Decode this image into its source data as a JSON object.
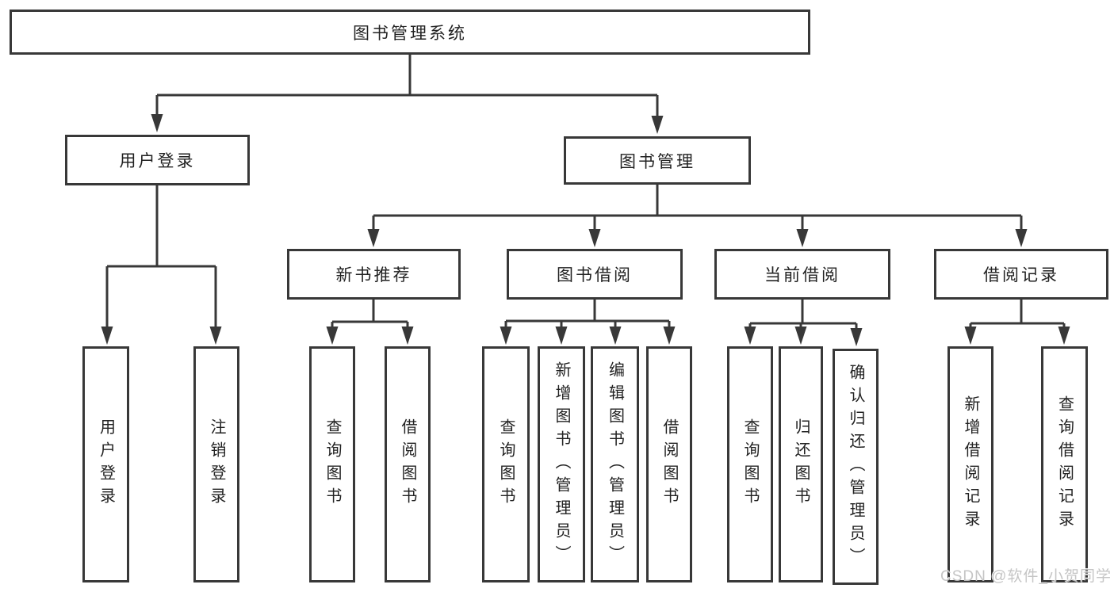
{
  "colors": {
    "line": "#383838",
    "box_border": "#383838",
    "text": "#222222",
    "background": "#ffffff",
    "watermark": "#c2c2c2"
  },
  "diagram": {
    "nodes": {
      "root": "图书管理系统",
      "user_login": "用户登录",
      "book_mgmt": "图书管理",
      "new_book": "新书推荐",
      "book_borrow": "图书借阅",
      "current_borrow": "当前借阅",
      "borrow_record": "借阅记录",
      "leaf_user_login": "用户登录",
      "leaf_logout": "注销登录",
      "leaf_nb_query": "查询图书",
      "leaf_nb_borrow": "借阅图书",
      "leaf_bb_query": "查询图书",
      "leaf_bb_add": "新增图书（管理员）",
      "leaf_bb_edit": "编辑图书（管理员）",
      "leaf_bb_borrow": "借阅图书",
      "leaf_cb_query": "查询图书",
      "leaf_cb_return": "归还图书",
      "leaf_cb_confirm": "确认归还（管理员）",
      "leaf_br_add": "新增借阅记录",
      "leaf_br_query": "查询借阅记录"
    },
    "watermark": "CSDN @软件_小贺同学"
  }
}
